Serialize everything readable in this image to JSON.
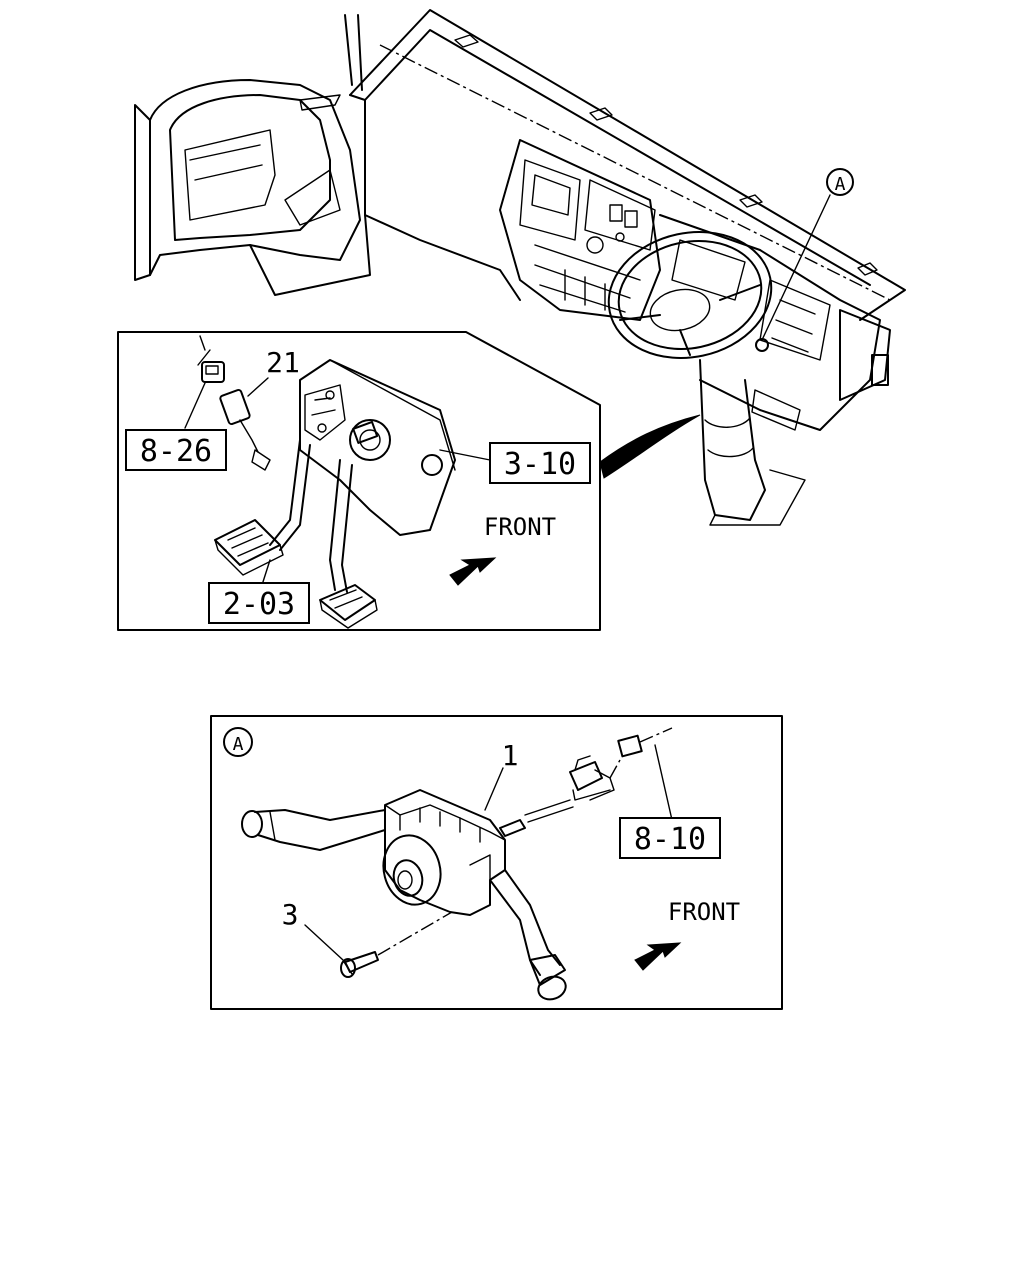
{
  "view_marker": "A",
  "pedal_detail": {
    "ref_8_26": "8-26",
    "ref_3_10": "3-10",
    "ref_2_03": "2-03",
    "part_21": "21",
    "front_label": "FRONT"
  },
  "switch_detail": {
    "detail_marker": "A",
    "part_1": "1",
    "part_3": "3",
    "ref_8_10": "8-10",
    "front_label": "FRONT"
  }
}
